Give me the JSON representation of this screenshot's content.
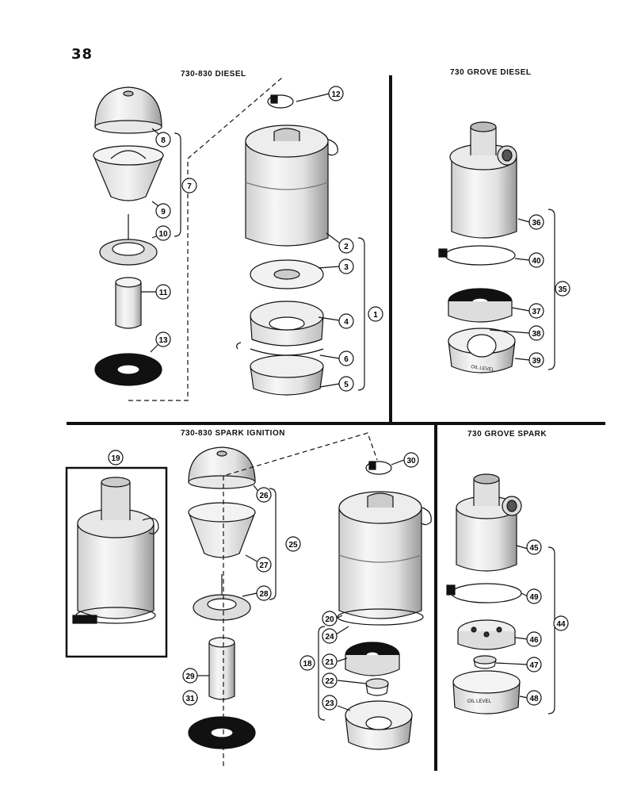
{
  "page_number": "38",
  "sections": {
    "top_left_title": "730-830 DIESEL",
    "top_right_title": "730 GROVE DIESEL",
    "bottom_left_title": "730-830 SPARK IGNITION",
    "bottom_right_title": "730 GROVE SPARK"
  },
  "callouts": {
    "c1": "1",
    "c2": "2",
    "c3": "3",
    "c4": "4",
    "c5": "5",
    "c6": "6",
    "c7": "7",
    "c8": "8",
    "c9": "9",
    "c10": "10",
    "c11": "11",
    "c12": "12",
    "c13": "13",
    "c18": "18",
    "c19": "19",
    "c20": "20",
    "c21": "21",
    "c22": "22",
    "c23": "23",
    "c24": "24",
    "c25": "25",
    "c26": "26",
    "c27": "27",
    "c28": "28",
    "c29": "29",
    "c30": "30",
    "c31": "31",
    "c35": "35",
    "c36": "36",
    "c37": "37",
    "c38": "38",
    "c39": "39",
    "c40": "40",
    "c44": "44",
    "c45": "45",
    "c46": "46",
    "c47": "47",
    "c48": "48",
    "c49": "49"
  },
  "embossed_labels": {
    "grove_diesel_bowl": "OIL LEVEL",
    "grove_spark_bowl": "OIL LEVEL"
  }
}
